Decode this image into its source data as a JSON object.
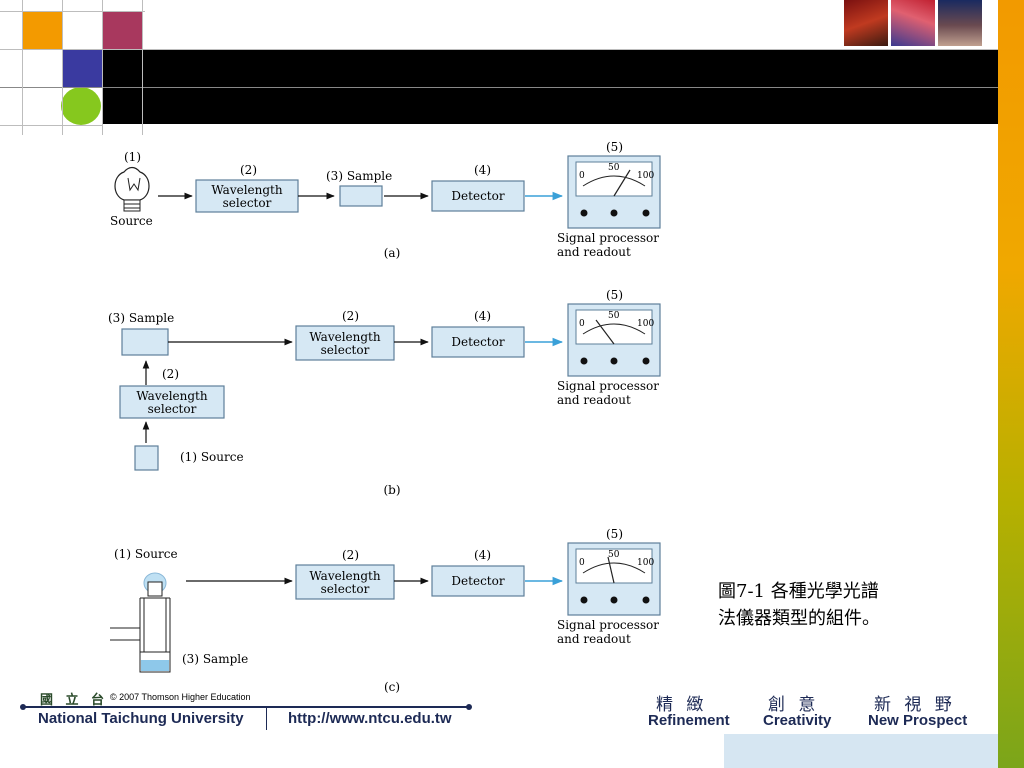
{
  "colors": {
    "orange": "#f39a00",
    "crimson": "#a8385e",
    "navy": "#3a3aa0",
    "green_circle": "#86c81e",
    "box_fill": "#d6e8f4",
    "box_stroke": "#5e7f9a",
    "arrow_blue": "#3aa0d8"
  },
  "diagram": {
    "source_label": "Source",
    "wavelength_selector": "Wavelength|selector",
    "sample_label": "Sample",
    "detector_label": "Detector",
    "readout_label": "Signal processor|and readout",
    "meter_ticks": [
      "0",
      "50",
      "100"
    ],
    "a": {
      "n1": "(1)",
      "n2": "(2)",
      "n3": "(3) Sample",
      "n4": "(4)",
      "n5": "(5)",
      "source": "Source",
      "caption": "(a)"
    },
    "b": {
      "n3": "(3) Sample",
      "n2_top": "(2)",
      "n4": "(4)",
      "n5": "(5)",
      "n2_side": "(2)",
      "n1": "(1) Source",
      "caption": "(b)"
    },
    "c": {
      "n1": "(1) Source",
      "n2": "(2)",
      "n4": "(4)",
      "n5": "(5)",
      "n3": "(3) Sample",
      "caption": "(c)"
    }
  },
  "caption_text": [
    "圖7-1 各種光學光譜",
    "法儀器類型的組件。"
  ],
  "footer": {
    "ntcu_chinese": "國 立 台",
    "copyright": "© 2007 Thomson Higher Education",
    "university": "National Taichung University",
    "url": "http://www.ntcu.edu.tw",
    "motto_cn": [
      "精 緻",
      "創 意",
      "新 視 野"
    ],
    "motto_en": [
      "Refinement",
      "Creativity",
      "New Prospect"
    ]
  }
}
